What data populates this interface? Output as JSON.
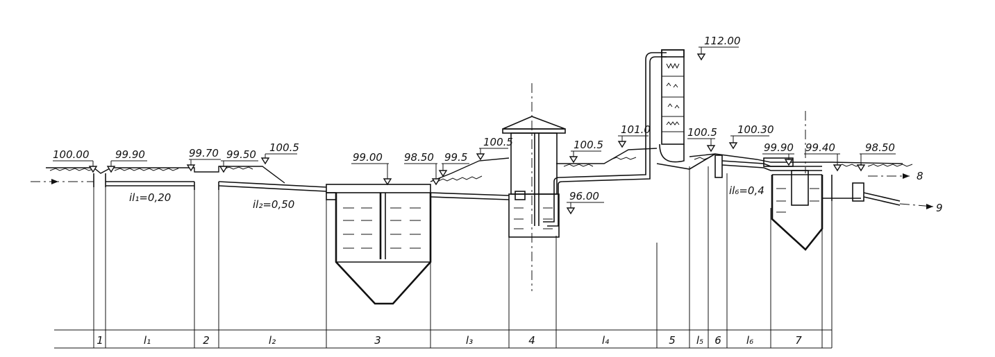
{
  "elevations": [
    "100.00",
    "99.90",
    "99.70",
    "99.50",
    "100.5",
    "99.00",
    "98.50",
    "99.5",
    "100.5",
    "100.5",
    "101.0",
    "96.00",
    "112.00",
    "100.5",
    "100.30",
    "99.90",
    "99.40",
    "98.50"
  ],
  "slopes": [
    "il₁=0,20",
    "il₂=0,50",
    "il₆=0,4"
  ],
  "sections": [
    "1",
    "l₁",
    "2",
    "l₂",
    "3",
    "l₃",
    "4",
    "l₄",
    "5",
    "l₅",
    "6",
    "l₆",
    "7"
  ],
  "outlets": [
    "8",
    "9"
  ]
}
